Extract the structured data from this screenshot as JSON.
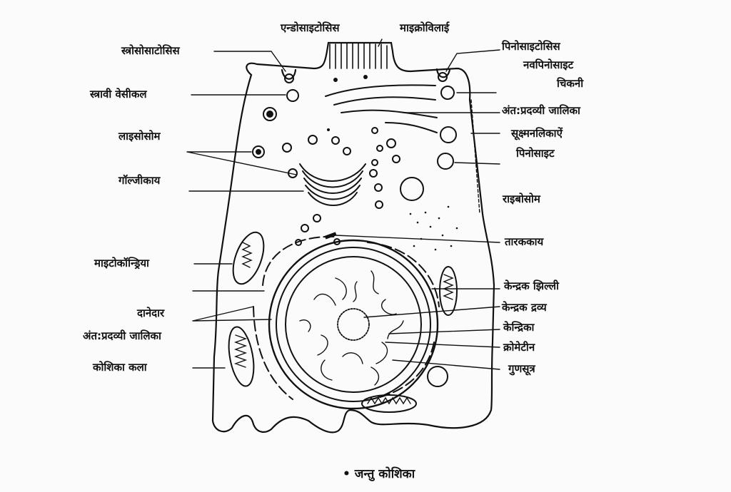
{
  "diagram": {
    "caption": "जन्तु कोशिका",
    "labels_left": {
      "exocytosis": "स्त्रोसोसाटोसिस",
      "secretory_vesicle": "स्त्रावी वेसीकल",
      "lysosome": "लाइसोसोम",
      "golgi_body": "गॉल्जीकाय",
      "mitochondria": "माइटोकॉन्ड्रिया",
      "granular": "दानेदार",
      "er_left": "अंत:प्रदव्यी जालिका",
      "cell_membrane": "कोशिका कला"
    },
    "labels_top": {
      "endocytosis": "एन्डोसाइटोसिस",
      "microvilli": "माइक्रोविलाई"
    },
    "labels_right": {
      "pinocytosis": "पिनोसाइटोसिस",
      "new_pinosite": "नवपिनोसाइट",
      "smooth": "चिकनी",
      "er_right": "अंत:प्रदव्यी जालिका",
      "microtubules": "सूक्ष्मनलिकाऐं",
      "pinosite": "पिनोसाइट",
      "ribosome": "राइबोसोम",
      "centrosome": "तारककाय",
      "nuclear_membrane": "केन्द्रक झिल्ली",
      "nucleoplasm": "केन्द्रक द्रव्य",
      "nucleolus": "केन्द्रिका",
      "chromatin": "क्रोमेटीन",
      "chromosome": "गुणसूत्र"
    }
  }
}
